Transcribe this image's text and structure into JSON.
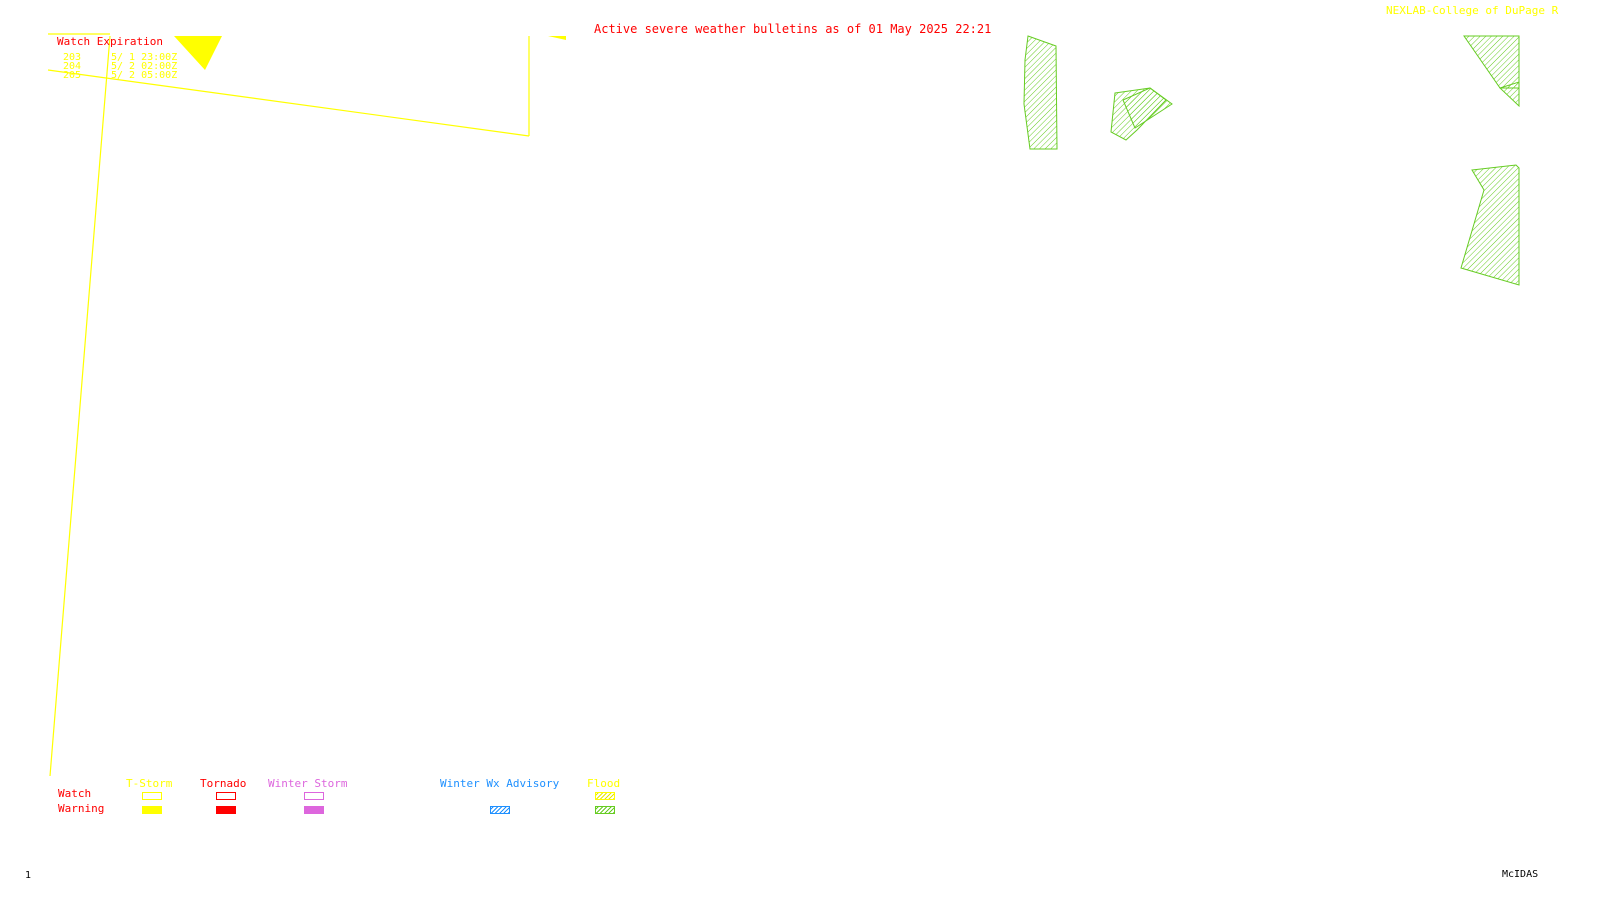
{
  "header": {
    "title": "Active severe weather bulletins as of 01 May 2025 22:21",
    "credit": "NEXLAB-College of DuPage R"
  },
  "watch_expiration": {
    "heading": "Watch Expiration",
    "rows": [
      {
        "id": "203",
        "expires": "5/ 1 23:00Z"
      },
      {
        "id": "204",
        "expires": "5/ 2 02:00Z"
      },
      {
        "id": "205",
        "expires": "5/ 2 05:00Z"
      }
    ]
  },
  "legend": {
    "row_labels": {
      "watch": "Watch",
      "warning": "Warning"
    },
    "categories": [
      {
        "label": "T-Storm",
        "color": "#ffff00"
      },
      {
        "label": "Tornado",
        "color": "#ff0000"
      },
      {
        "label": "Winter Storm",
        "color": "#dd66dd"
      },
      {
        "label": "Winter Wx Advisory",
        "color": "#1e90ff"
      },
      {
        "label": "Flood",
        "color": "#ffff00"
      }
    ]
  },
  "footer": {
    "frame_number": "1",
    "software": "McIDAS"
  },
  "colors": {
    "watch_outline": "#ffff00",
    "flood_warning": "#66cc22",
    "label_red": "#ff0000"
  }
}
